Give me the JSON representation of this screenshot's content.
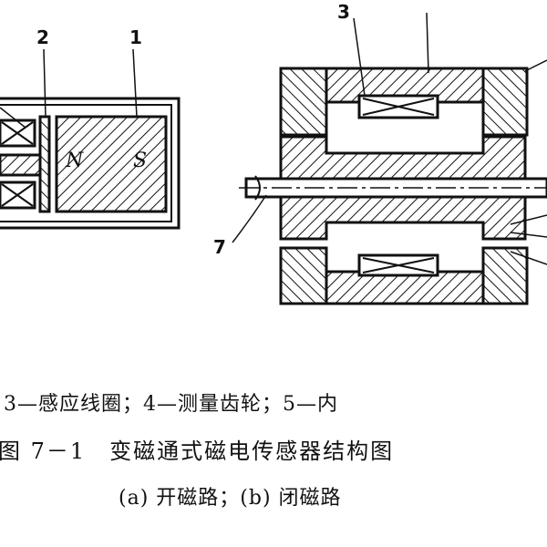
{
  "labels": {
    "part_1": "1",
    "part_2": "2",
    "part_3": "3",
    "part_7": "7",
    "pole_n": "N",
    "pole_s": "S"
  },
  "caption": {
    "parts_line": "3—感应线圈；4—测量齿轮；5—内",
    "title_line": "图 7－1　变磁通式磁电传感器结构图",
    "sub_line": "(a) 开磁路；(b) 闭磁路"
  }
}
